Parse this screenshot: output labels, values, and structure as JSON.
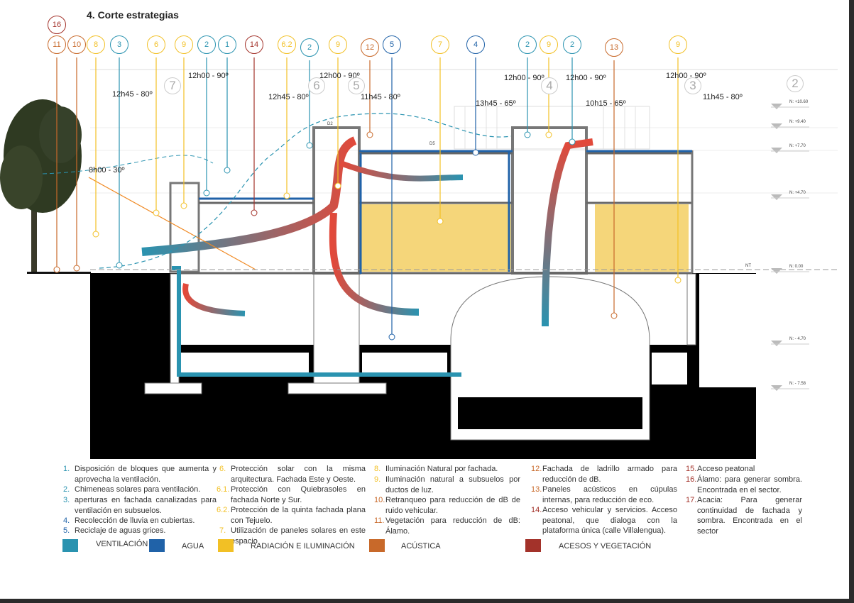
{
  "title": "4. Corte estrategias",
  "colors": {
    "ventilacion": "#2a93b0",
    "agua": "#2062a8",
    "radiacion": "#f2c025",
    "acustica": "#c8692a",
    "accesos": "#a3322a"
  },
  "labels": [
    {
      "text": "16",
      "cat": "accesos"
    },
    {
      "text": "11",
      "cat": "acustica"
    },
    {
      "text": "10",
      "cat": "acustica"
    },
    {
      "text": "8",
      "cat": "radiacion"
    },
    {
      "text": "3",
      "cat": "ventilacion"
    },
    {
      "text": "6",
      "cat": "radiacion"
    },
    {
      "text": "9",
      "cat": "radiacion"
    },
    {
      "text": "2",
      "cat": "ventilacion"
    },
    {
      "text": "1",
      "cat": "ventilacion"
    },
    {
      "text": "14",
      "cat": "accesos"
    },
    {
      "text": "6.2",
      "cat": "radiacion"
    },
    {
      "text": "2",
      "cat": "ventilacion"
    },
    {
      "text": "9",
      "cat": "radiacion"
    },
    {
      "text": "12",
      "cat": "acustica"
    },
    {
      "text": "5",
      "cat": "agua"
    },
    {
      "text": "7",
      "cat": "radiacion"
    },
    {
      "text": "4",
      "cat": "agua"
    },
    {
      "text": "2",
      "cat": "ventilacion"
    },
    {
      "text": "9",
      "cat": "radiacion"
    },
    {
      "text": "2",
      "cat": "ventilacion"
    },
    {
      "text": "13",
      "cat": "acustica"
    },
    {
      "text": "9",
      "cat": "radiacion"
    }
  ],
  "sun_angles": [
    "12h45 - 80º",
    "12h00 - 90º",
    "12h45 - 80º",
    "12h00 - 90º",
    "11h45 - 80º",
    "13h45 - 65º",
    "12h00 - 90º",
    "12h00 - 90º",
    "10h15 - 65º",
    "12h00 - 90º",
    "11h45 - 80º",
    "8h00 - 30º"
  ],
  "axes": [
    "7",
    "6",
    "5",
    "4",
    "3",
    "2"
  ],
  "levels": [
    "N: +10.60",
    "N: +9.40",
    "N: +7.70",
    "N: +4.70",
    "N: 0.00",
    "N: - 4.70",
    "N: - 7.58"
  ],
  "tags": {
    "d2": "D2",
    "d5": "D5",
    "nt": "NT"
  },
  "notes": [
    {
      "num": "1.",
      "text": "Disposición de bloques que aumenta y aprovecha la ventilación.",
      "cat": "ventilacion"
    },
    {
      "num": "2.",
      "text": "Chimeneas solares para ventilación.",
      "cat": "ventilacion"
    },
    {
      "num": "3.",
      "text": "aperturas en fachada canalizadas para ventilación en subsuelos.",
      "cat": "ventilacion"
    },
    {
      "num": "4.",
      "text": "Recolección de lluvia en cubiertas.",
      "cat": "agua"
    },
    {
      "num": "5.",
      "text": "Reciclaje de aguas grices.",
      "cat": "agua"
    },
    {
      "num": "6.",
      "text": "Protección solar con la misma arquitectura. Fachada Este y Oeste.",
      "cat": "radiacion"
    },
    {
      "num": "6.1.",
      "text": "Protección con Quiebrasoles en fachada Norte y Sur.",
      "cat": "radiacion"
    },
    {
      "num": "6.2.",
      "text": "Protección de la quinta fachada plana con Tejuelo.",
      "cat": "radiacion"
    },
    {
      "num": "7.",
      "text": "Utilización de paneles solares en este espacio",
      "cat": "radiacion"
    },
    {
      "num": "8.",
      "text": "Iluminación Natural por fachada.",
      "cat": "radiacion"
    },
    {
      "num": "9.",
      "text": "Iluminación natural a subsuelos por ductos de luz.",
      "cat": "radiacion"
    },
    {
      "num": "10.",
      "text": "Retranqueo para reducción de dB de ruido vehicular.",
      "cat": "acustica"
    },
    {
      "num": "11.",
      "text": "Vegetación para reducción de dB: Álamo.",
      "cat": "acustica"
    },
    {
      "num": "12.",
      "text": "Fachada de ladrillo armado para reducción de dB.",
      "cat": "acustica"
    },
    {
      "num": "13.",
      "text": "Paneles acústicos en cúpulas internas, para reducción de eco.",
      "cat": "acustica"
    },
    {
      "num": "14.",
      "text": "Acceso vehicular y servicios. Acceso peatonal, que dialoga con la plataforma única (calle Villalengua).",
      "cat": "accesos"
    },
    {
      "num": "15.",
      "text": "Acceso peatonal",
      "cat": "accesos"
    },
    {
      "num": "16.",
      "text": "Álamo: para generar sombra. Encontrada en el sector.",
      "cat": "accesos"
    },
    {
      "num": "17.",
      "text": "Acacia: Para generar continuidad de fachada y sombra. Encontrada en el sector",
      "cat": "accesos"
    }
  ],
  "legend": [
    {
      "label": "VENTILACIÓN",
      "cat": "ventilacion"
    },
    {
      "label": "AGUA",
      "cat": "agua"
    },
    {
      "label": "RADIACIÓN E ILUMINACIÓN",
      "cat": "radiacion"
    },
    {
      "label": "ACÚSTICA",
      "cat": "acustica"
    },
    {
      "label": "ACESOS Y VEGETACIÓN",
      "cat": "accesos"
    }
  ]
}
